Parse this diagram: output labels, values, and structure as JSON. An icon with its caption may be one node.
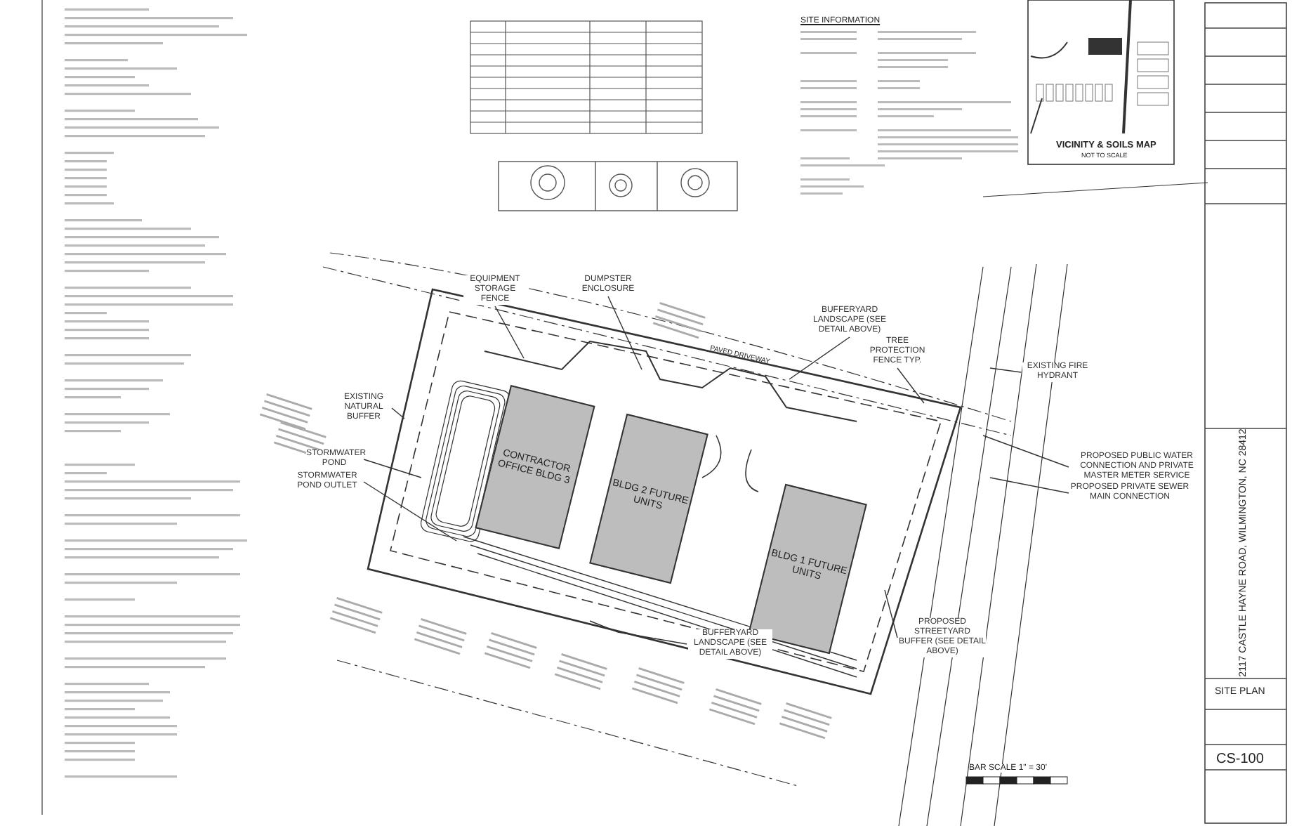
{
  "diagram": {
    "nodes": [
      {
        "text": [
          "CONTRACTOR OFFICE BLDG 3"
        ]
      },
      {
        "text": [
          "BLDG 2 FUTURE UNITS"
        ]
      },
      {
        "text": [
          "BLDG 1 FUTURE UNITS"
        ]
      },
      {
        "text": [
          "EQUIPMENT STORAGE FENCE"
        ]
      },
      {
        "text": [
          "DUMPSTER ENCLOSURE"
        ]
      },
      {
        "text": [
          "BUFFERYARD LANDSCAPE (SEE DETAIL ABOVE)"
        ]
      },
      {
        "text": [
          "TREE PROTECTION FENCE TYP."
        ]
      },
      {
        "text": [
          "EXISTING NATURAL BUFFER"
        ]
      },
      {
        "text": [
          "STORMWATER POND"
        ]
      },
      {
        "text": [
          "STORMWATER POND OUTLET"
        ]
      },
      {
        "text": [
          "BUFFERYARD LANDSCAPE (SEE DETAIL ABOVE)"
        ]
      },
      {
        "text": [
          "PROPOSED STREETYARD BUFFER (SEE DETAIL ABOVE)"
        ]
      },
      {
        "text": [
          "EXISTING FIRE HYDRANT"
        ]
      },
      {
        "text": [
          "PROPOSED PUBLIC WATER CONNECTION AND PRIVATE MASTER METER SERVICE"
        ]
      },
      {
        "text": [
          "PROPOSED PRIVATE SEWER MAIN CONNECTION"
        ]
      }
    ],
    "edges": [
      {
        "from": 3,
        "to": null,
        "arrow": "none"
      },
      {
        "from": 4,
        "to": null,
        "arrow": "none"
      },
      {
        "from": 5,
        "to": null,
        "arrow": "none"
      },
      {
        "from": 6,
        "to": null,
        "arrow": "none"
      },
      {
        "from": 7,
        "to": null,
        "arrow": "none"
      },
      {
        "from": 8,
        "to": null,
        "arrow": "none"
      },
      {
        "from": 9,
        "to": null,
        "arrow": "none"
      },
      {
        "from": 10,
        "to": null,
        "arrow": "none"
      },
      {
        "from": 11,
        "to": null,
        "arrow": "none"
      },
      {
        "from": 12,
        "to": null,
        "arrow": "none"
      },
      {
        "from": 13,
        "to": null,
        "arrow": "none"
      },
      {
        "from": 14,
        "to": null,
        "arrow": "none"
      }
    ],
    "labels": [
      "SITE INFORMATION",
      "VICINITY & SOILS MAP",
      "NOT TO SCALE",
      "PAVED DRIVEWAY",
      "BAR SCALE 1\" = 30'",
      "2117 CASTLE HAYNE ROAD, WILMINGTON, NC 28412",
      "SITE PLAN",
      "CS-100"
    ]
  }
}
